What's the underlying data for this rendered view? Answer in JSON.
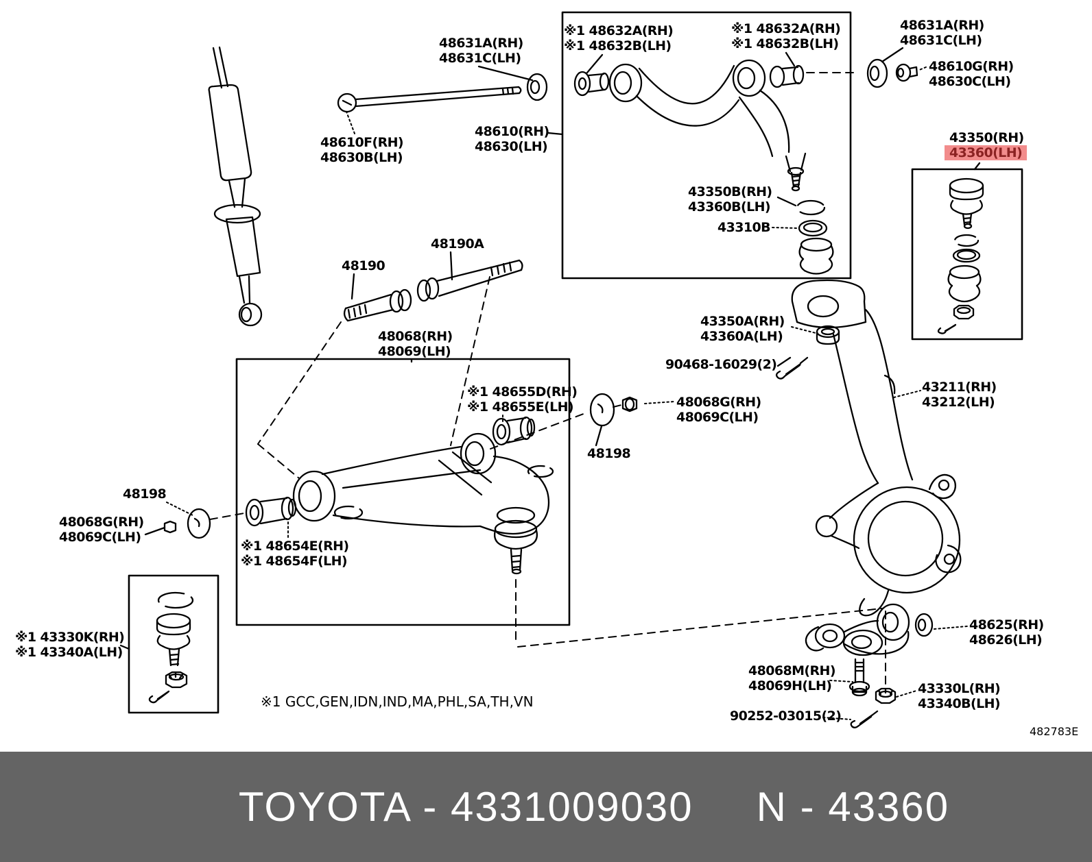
{
  "diagram": {
    "code": "482783E",
    "note": "※1 GCC,GEN,IDN,IND,MA,PHL,SA,TH,VN",
    "highlighted_part": "43360(LH)",
    "colors": {
      "highlight_bg": "#f28c8c",
      "highlight_text": "#8b2222",
      "footer_bg": "#646464",
      "footer_text": "#ffffff",
      "line": "#000000"
    },
    "labels": [
      {
        "id": "48631a-top-left",
        "lines": [
          {
            "text": "48631A(RH)"
          },
          {
            "text": "48631C(LH)"
          }
        ]
      },
      {
        "id": "48632-left",
        "lines": [
          {
            "text": "※1 48632A(RH)"
          },
          {
            "text": "※1 48632B(LH)"
          }
        ]
      },
      {
        "id": "48632-right",
        "lines": [
          {
            "text": "※1 48632A(RH)"
          },
          {
            "text": "※1 48632B(LH)"
          }
        ]
      },
      {
        "id": "48631a-top-right",
        "lines": [
          {
            "text": "48631A(RH)"
          },
          {
            "text": "48631C(LH)"
          }
        ]
      },
      {
        "id": "48610g",
        "lines": [
          {
            "text": "48610G(RH)"
          },
          {
            "text": "48630C(LH)"
          }
        ]
      },
      {
        "id": "48610f",
        "lines": [
          {
            "text": "48610F(RH)"
          },
          {
            "text": "48630B(LH)"
          }
        ]
      },
      {
        "id": "48610",
        "lines": [
          {
            "text": "48610(RH)"
          },
          {
            "text": "48630(LH)"
          }
        ]
      },
      {
        "id": "43350",
        "lines": [
          {
            "text": "43350(RH)"
          },
          {
            "text": "43360(LH)",
            "highlight": true
          }
        ]
      },
      {
        "id": "43350b",
        "lines": [
          {
            "text": "43350B(RH)"
          },
          {
            "text": "43360B(LH)"
          }
        ]
      },
      {
        "id": "43310b",
        "lines": [
          {
            "text": "43310B"
          }
        ]
      },
      {
        "id": "48190a",
        "lines": [
          {
            "text": "48190A"
          }
        ]
      },
      {
        "id": "48190",
        "lines": [
          {
            "text": "48190"
          }
        ]
      },
      {
        "id": "48068",
        "lines": [
          {
            "text": "48068(RH)"
          },
          {
            "text": "48069(LH)"
          }
        ]
      },
      {
        "id": "43350a",
        "lines": [
          {
            "text": "43350A(RH)"
          },
          {
            "text": "43360A(LH)"
          }
        ]
      },
      {
        "id": "90468",
        "lines": [
          {
            "text": "90468-16029(2)"
          }
        ]
      },
      {
        "id": "43211",
        "lines": [
          {
            "text": "43211(RH)"
          },
          {
            "text": "43212(LH)"
          }
        ]
      },
      {
        "id": "48655",
        "lines": [
          {
            "text": "※1 48655D(RH)"
          },
          {
            "text": "※1 48655E(LH)"
          }
        ]
      },
      {
        "id": "48068g-right",
        "lines": [
          {
            "text": "48068G(RH)"
          },
          {
            "text": "48069C(LH)"
          }
        ]
      },
      {
        "id": "48198-center",
        "lines": [
          {
            "text": "48198"
          }
        ]
      },
      {
        "id": "48198-left",
        "lines": [
          {
            "text": "48198"
          }
        ]
      },
      {
        "id": "48068g-left",
        "lines": [
          {
            "text": "48068G(RH)"
          },
          {
            "text": "48069C(LH)"
          }
        ]
      },
      {
        "id": "48654",
        "lines": [
          {
            "text": "※1 48654E(RH)"
          },
          {
            "text": "※1 48654F(LH)"
          }
        ]
      },
      {
        "id": "43330k",
        "lines": [
          {
            "text": "※1 43330K(RH)"
          },
          {
            "text": "※1 43340A(LH)"
          }
        ]
      },
      {
        "id": "48625",
        "lines": [
          {
            "text": "48625(RH)"
          },
          {
            "text": "48626(LH)"
          }
        ]
      },
      {
        "id": "48068m",
        "lines": [
          {
            "text": "48068M(RH)"
          },
          {
            "text": "48069H(LH)"
          }
        ]
      },
      {
        "id": "43330l",
        "lines": [
          {
            "text": "43330L(RH)"
          },
          {
            "text": "43340B(LH)"
          }
        ]
      },
      {
        "id": "90252",
        "lines": [
          {
            "text": "90252-03015(2)"
          }
        ]
      }
    ]
  },
  "footer": {
    "left_text": "TOYOTA - 4331009030",
    "right_text": "N - 43360"
  }
}
